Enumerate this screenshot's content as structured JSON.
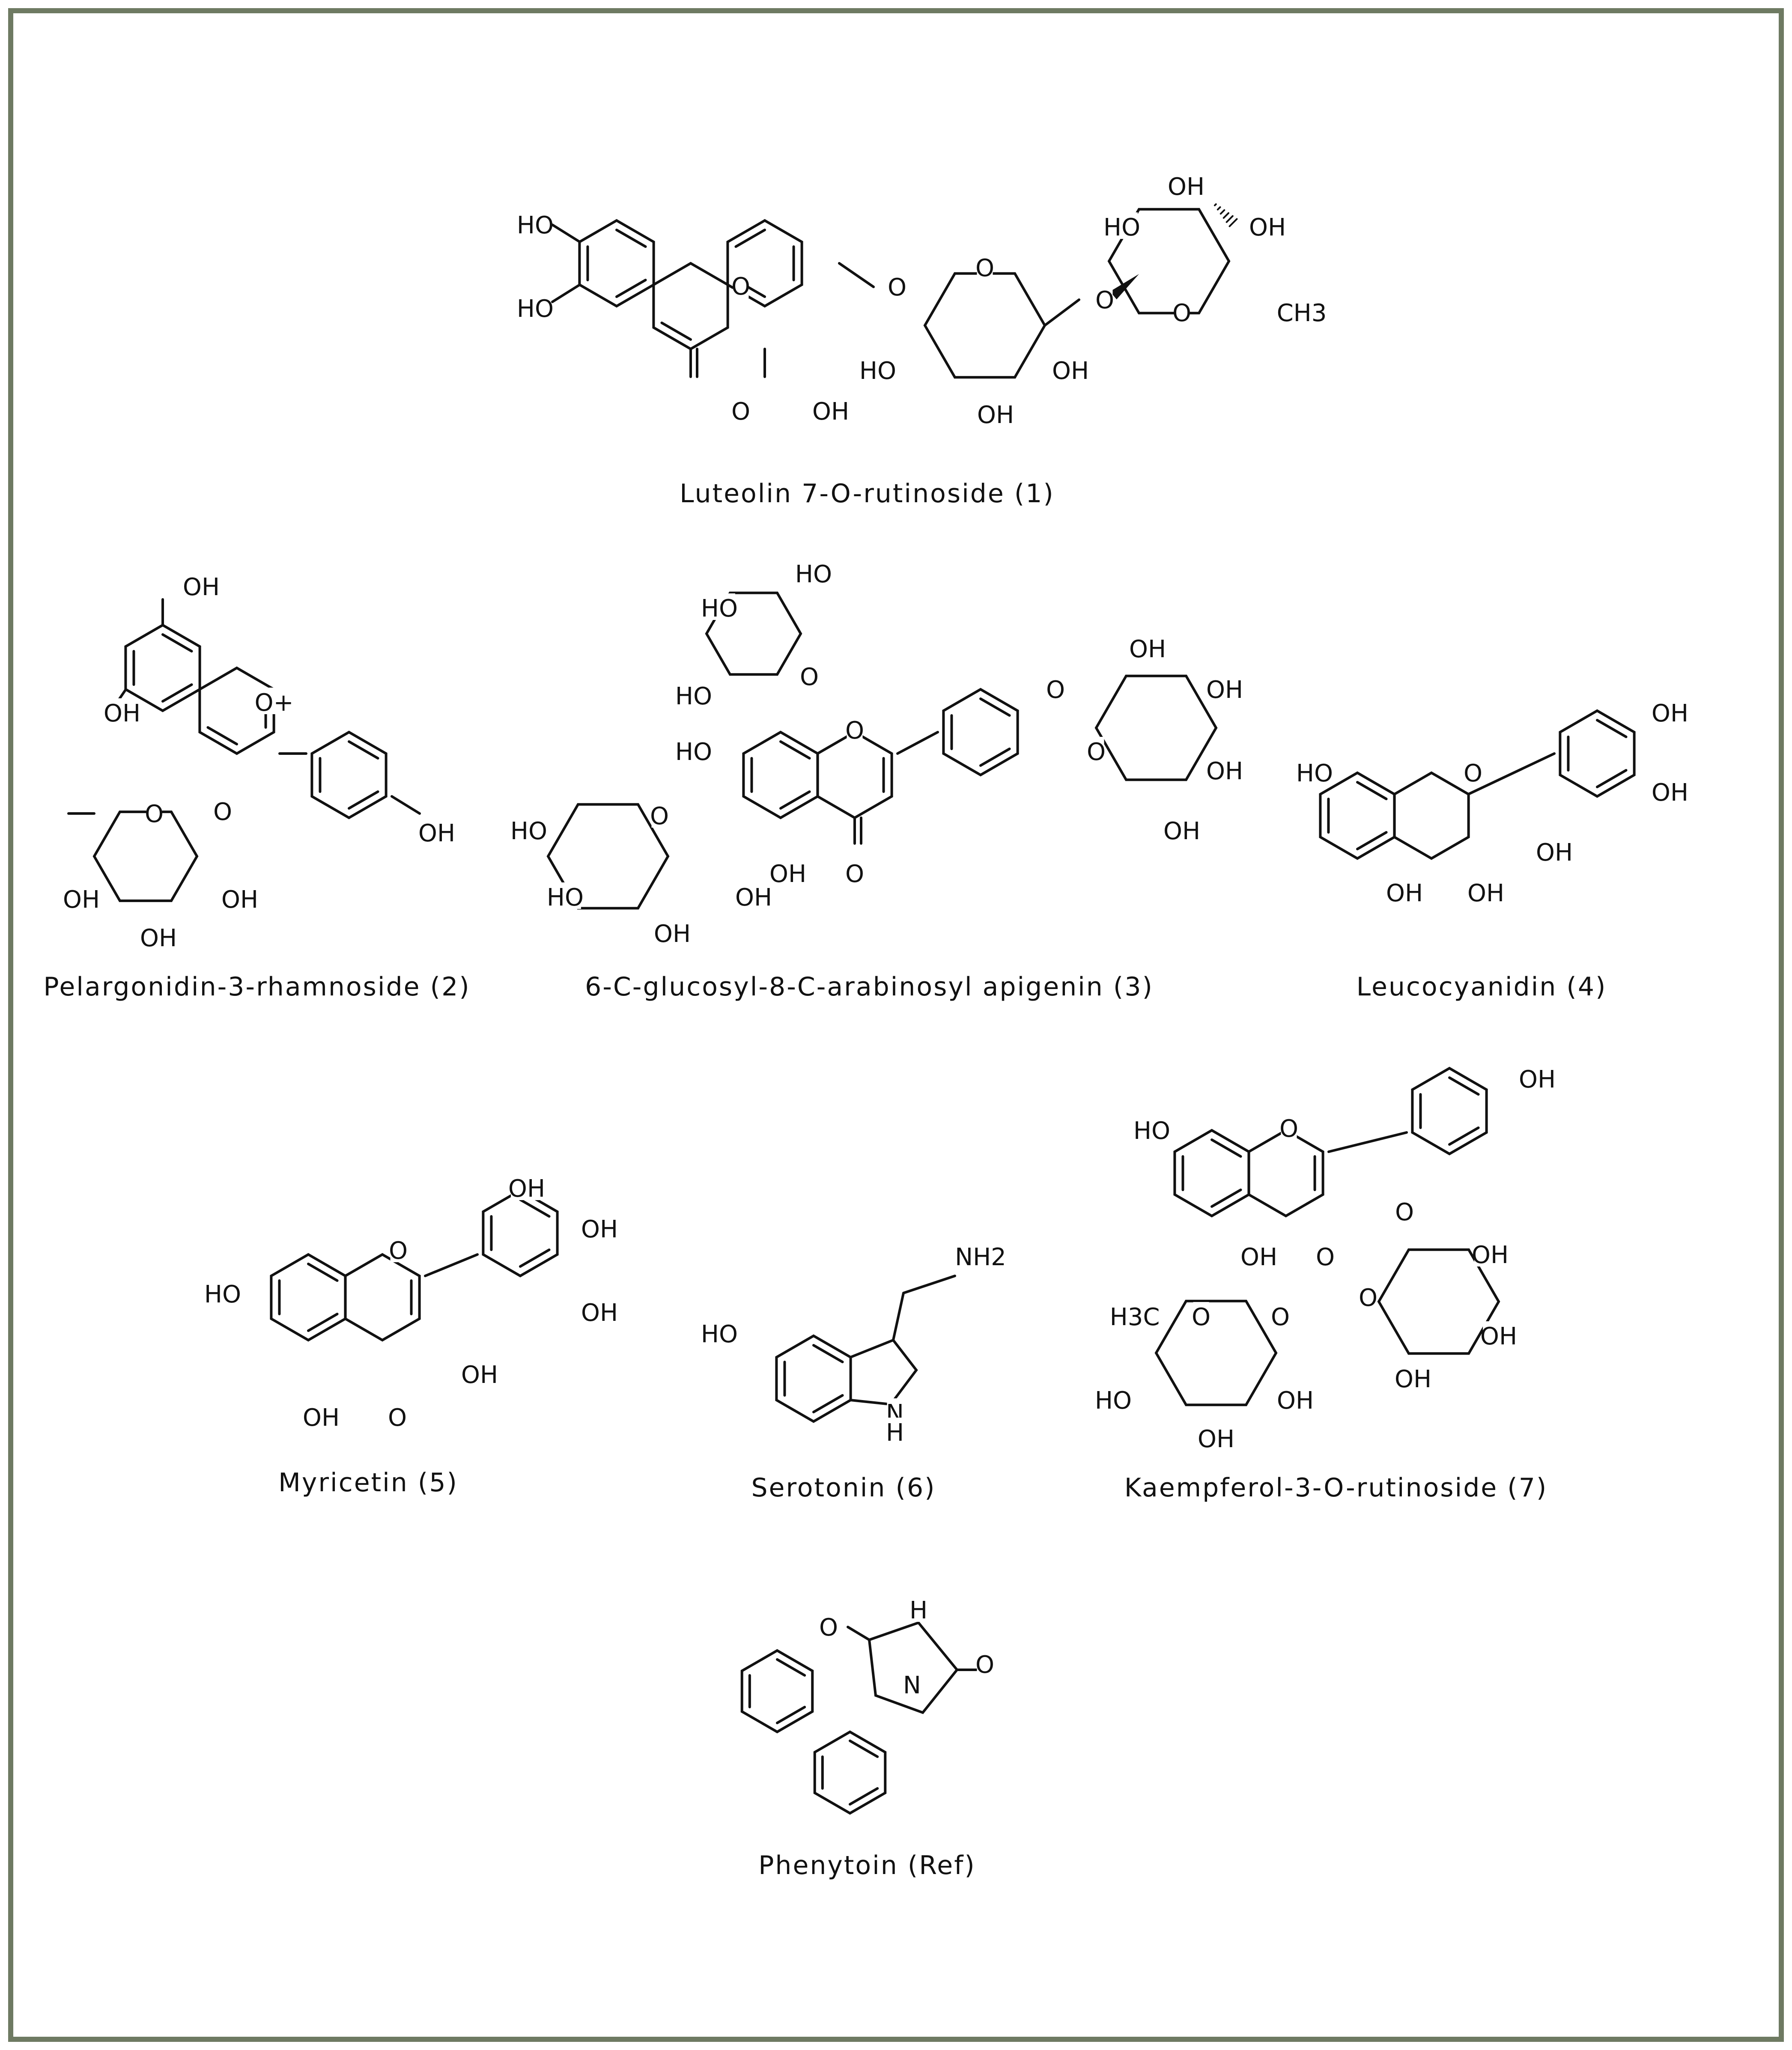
{
  "figure": {
    "border_color": "#6e7a62",
    "compounds": [
      {
        "id": "c1",
        "name": "Luteolin 7-O-rutinoside",
        "num": "(1)"
      },
      {
        "id": "c2",
        "name": "Pelargonidin-3-rhamnoside",
        "num": "(2)"
      },
      {
        "id": "c3",
        "name": "6-C-glucosyl-8-C-arabinosyl  apigenin",
        "num": "(3)"
      },
      {
        "id": "c4",
        "name": "Leucocyanidin",
        "num": "(4)"
      },
      {
        "id": "c5",
        "name": "Myricetin",
        "num": "(5)"
      },
      {
        "id": "c6",
        "name": "Serotonin",
        "num": "(6)"
      },
      {
        "id": "c7",
        "name": "Kaempferol-3-O-rutinoside",
        "num": "(7)"
      },
      {
        "id": "ref",
        "name": "Phenytoin",
        "num": "(Ref)"
      }
    ],
    "atom_labels": [
      "HO",
      "OH",
      "O",
      "CH3",
      "H3C",
      "NH2",
      "NH",
      "N",
      "H",
      "O+"
    ]
  }
}
